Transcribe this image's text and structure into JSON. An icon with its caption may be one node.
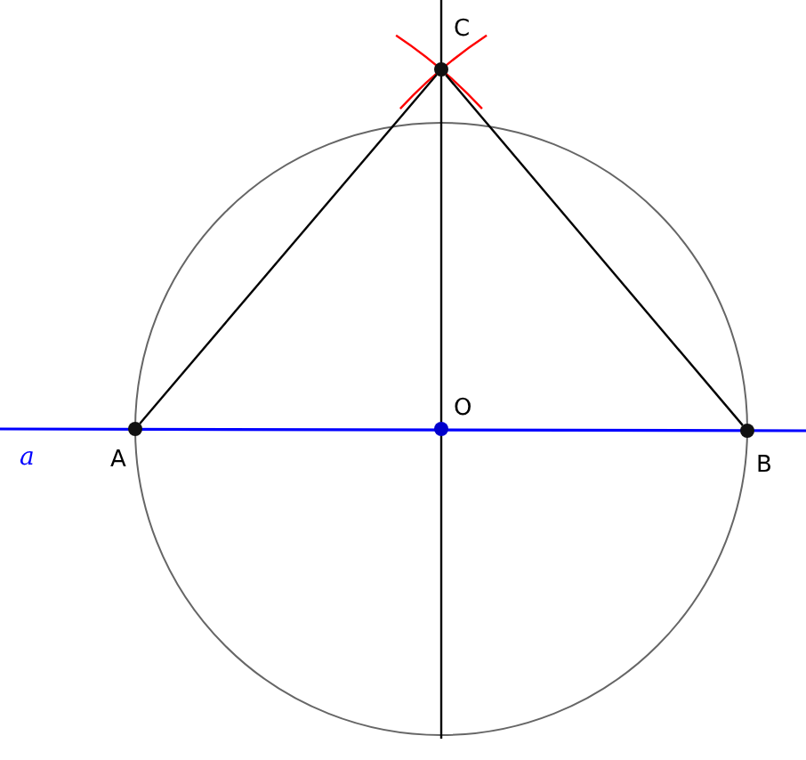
{
  "diagram": {
    "nodes": [
      {
        "text": [
          "C"
        ]
      },
      {
        "text": [
          "A"
        ]
      },
      {
        "text": [
          "O"
        ]
      },
      {
        "text": [
          "B"
        ]
      }
    ],
    "edges": [
      {
        "from": 1,
        "to": 0,
        "arrow": "none"
      },
      {
        "from": 0,
        "to": 3,
        "arrow": "none"
      }
    ],
    "labels": [
      "a"
    ]
  }
}
